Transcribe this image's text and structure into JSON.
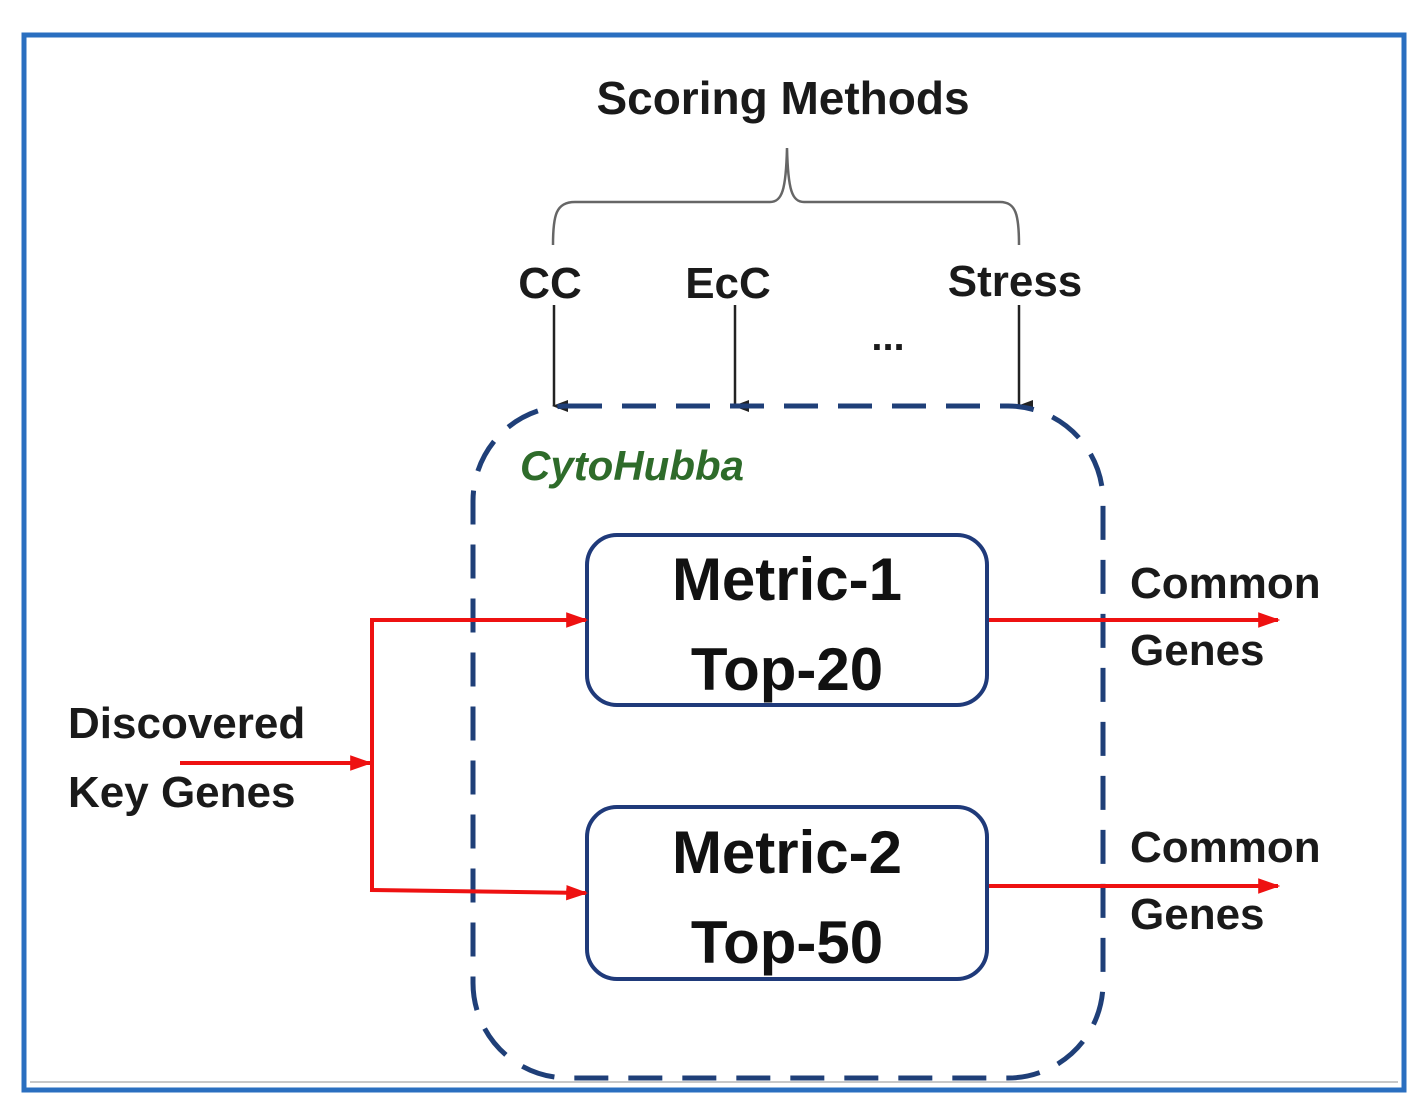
{
  "title": "Scoring Methods",
  "methods": [
    "CC",
    "EcC",
    "...",
    "Stress"
  ],
  "container_label": "CytoHubba",
  "input_label_lines": [
    "Discovered",
    "Key Genes"
  ],
  "boxes": [
    {
      "line1": "Metric-1",
      "line2": "Top-20",
      "output_lines": [
        "Common",
        "Genes"
      ]
    },
    {
      "line1": "Metric-2",
      "line2": "Top-50",
      "output_lines": [
        "Common",
        "Genes"
      ]
    }
  ],
  "colors": {
    "frame": "#2a6fc0",
    "container_dash": "#1f3f78",
    "box_border": "#1f3a7a",
    "arrow_red": "#ee1111",
    "arrow_black": "#222222",
    "brace": "#666666",
    "cytohubba": "#2e6b2a"
  }
}
